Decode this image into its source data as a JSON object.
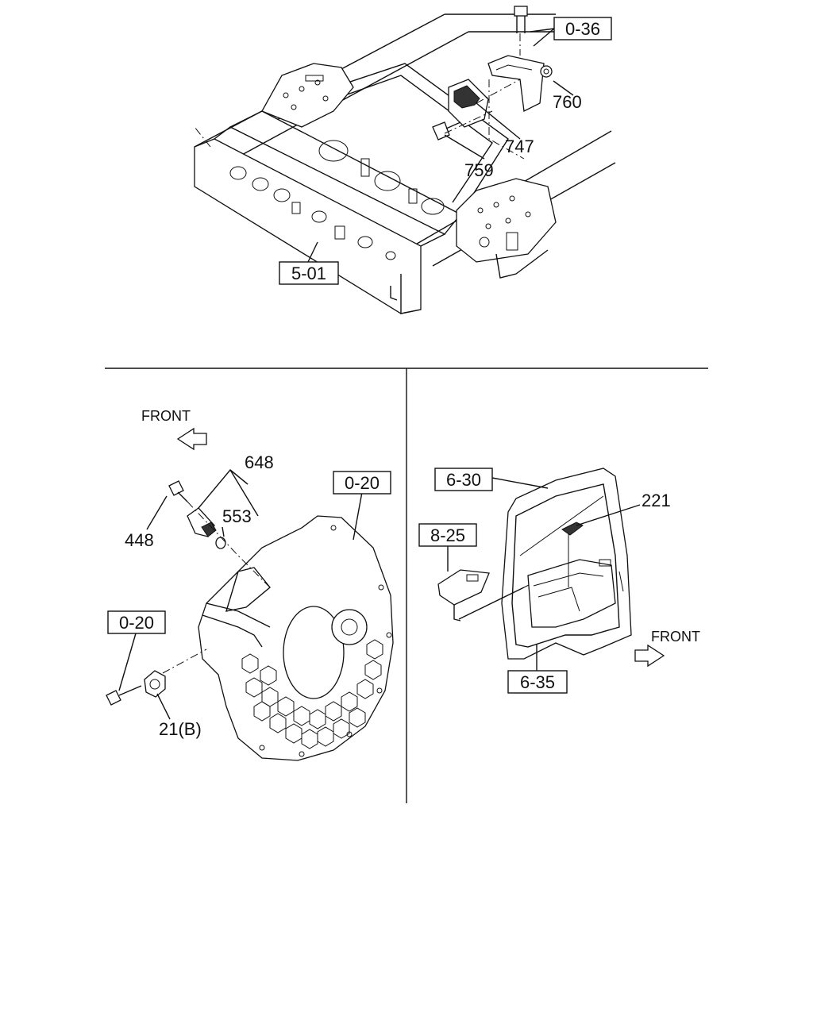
{
  "top": {
    "labels": {
      "ref_036": "0-36",
      "ref_501": "5-01",
      "p760": "760",
      "p747": "747",
      "p759": "759"
    }
  },
  "left": {
    "front_text": "FRONT",
    "labels": {
      "p648": "648",
      "p553": "553",
      "p448": "448",
      "ref_020_top": "0-20",
      "ref_020_left": "0-20",
      "p21b": "21(B)"
    }
  },
  "right": {
    "front_text": "FRONT",
    "labels": {
      "ref_630": "6-30",
      "p221": "221",
      "ref_825": "8-25",
      "ref_635": "6-35"
    }
  }
}
